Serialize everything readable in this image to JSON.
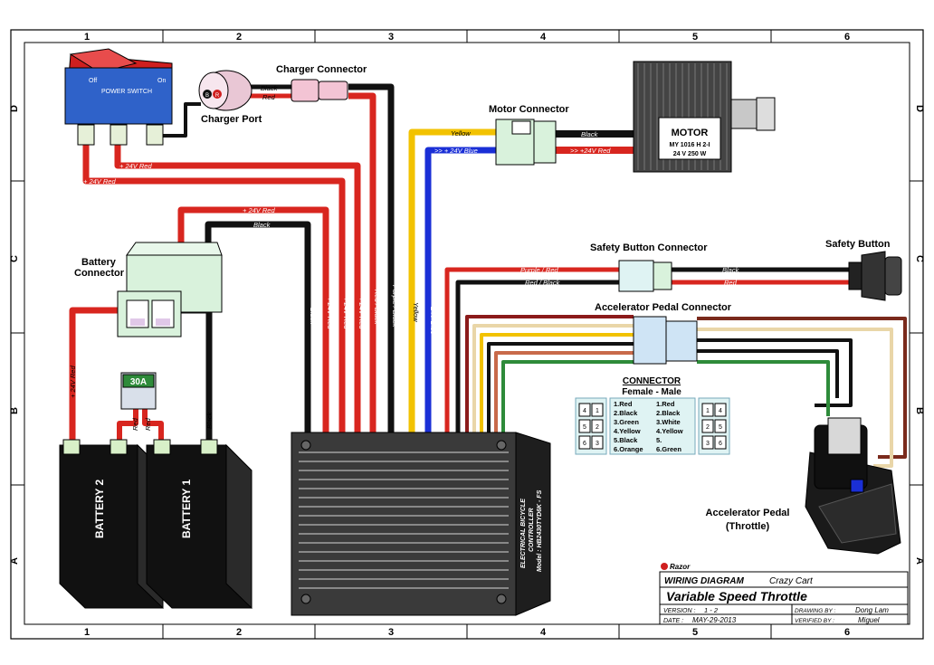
{
  "grid": {
    "cols": [
      "1",
      "2",
      "3",
      "4",
      "5",
      "6"
    ],
    "rows": [
      "D",
      "C",
      "B",
      "A"
    ]
  },
  "components": {
    "power_switch": {
      "label_off": "Off",
      "label_on": "On",
      "title": "POWER SWITCH"
    },
    "charger_port": {
      "label": "Charger Port",
      "pin_b": "B",
      "pin_r": "R"
    },
    "charger_connector": {
      "label": "Charger Connector"
    },
    "motor_connector": {
      "label": "Motor Connector"
    },
    "motor": {
      "title": "MOTOR",
      "model": "MY 1016 H 2-I",
      "spec": "24 V 250 W"
    },
    "battery_connector": {
      "label_line1": "Battery",
      "label_line2": "Connector"
    },
    "fuse": {
      "rating": "30A"
    },
    "battery2": {
      "label": "BATTERY 2"
    },
    "battery1": {
      "label": "BATTERY 1"
    },
    "controller": {
      "line1": "ELECTRICAL BICYCLE",
      "line2": "CONTROLLER",
      "line3": "Model : HB2430TYD6K - FS"
    },
    "safety_button_connector": {
      "label": "Safety Button Connector"
    },
    "safety_button": {
      "label": "Safety Button"
    },
    "accelerator_connector": {
      "label": "Accelerator Pedal Connector"
    },
    "accelerator_pedal": {
      "label_line1": "Accelerator Pedal",
      "label_line2": "(Throttle)"
    }
  },
  "connector_table": {
    "title": "CONNECTOR",
    "subtitle": "Female  -  Male",
    "female_pins": [
      "1.Red",
      "2.Black",
      "3.Green",
      "4.Yellow",
      "5.Black",
      "6.Orange"
    ],
    "male_pins": [
      "1.Red",
      "2.Black",
      "3.White",
      "4.Yellow",
      "5.",
      "6.Green"
    ],
    "female_grid": [
      "4",
      "1",
      "5",
      "2",
      "6",
      "3"
    ],
    "male_grid": [
      "1",
      "4",
      "2",
      "5",
      "3",
      "6"
    ]
  },
  "wires": {
    "black": "Black",
    "red": "Red",
    "plus24_red": "+ 24V Red",
    "yellow": "Yellow",
    "blue_motor": ">> + 24V Blue",
    "motor_black": "Black",
    "motor_red": ">> +24V Red",
    "purple_red": "Purple / Red",
    "red_black": "Red / Black",
    "purple_black": "Purple / Black",
    "red_black_v": "Red / Black",
    "blue_v": "<< + 24V Blue",
    "plus24_red_v": "+ 24V Red"
  },
  "title_block": {
    "brand": "Razor",
    "heading_label": "WIRING DIAGRAM",
    "product": "Crazy Cart",
    "title": "Variable  Speed Throttle",
    "version_label": "VERSION :",
    "version": "1 - 2",
    "date_label": "DATE :",
    "date": "MAY-29-2013",
    "drawn_label": "DRAWING BY :",
    "drawn_by": "Dong Lam",
    "verified_label": "VERIFIED BY :",
    "verified_by": "Miguel"
  },
  "colors": {
    "red_wire": "#d8261f",
    "black_wire": "#111111",
    "yellow_wire": "#f2c200",
    "blue_wire": "#1a2fd6",
    "green_wire": "#2e8b3a",
    "brown_wire": "#7a2a1c",
    "purple_wire": "#8a2a6a",
    "tan_wire": "#e9d6a8",
    "connector_green": "#d9f2dc",
    "pink_conn": "#f3c4d4"
  }
}
